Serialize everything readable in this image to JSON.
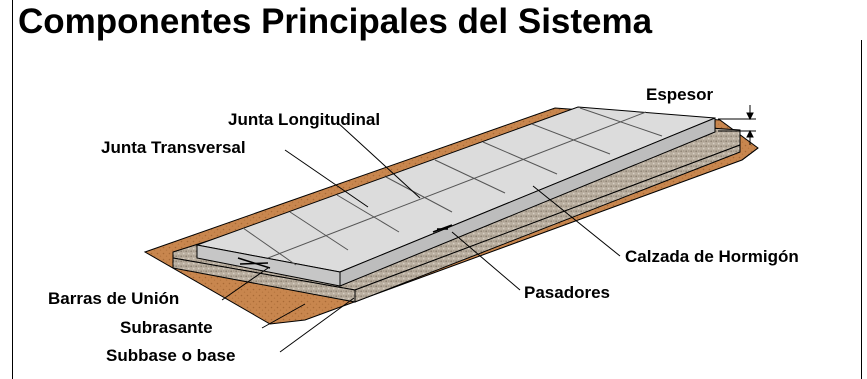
{
  "title": "Componentes Principales del Sistema",
  "labels": {
    "espesor": "Espesor",
    "junta_longitudinal": "Junta Longitudinal",
    "junta_transversal": "Junta Transversal",
    "calzada": "Calzada de Hormigón",
    "pasadores": "Pasadores",
    "barras": "Barras de Unión",
    "subrasante": "Subrasante",
    "subbase": "Subbase o base"
  },
  "colors": {
    "soil": "#c8864e",
    "soil_dark": "#a86a36",
    "gravel": "#b8ac9c",
    "slab_top": "#dcdcdc",
    "slab_side": "#c4c4c4",
    "line": "#000000"
  }
}
